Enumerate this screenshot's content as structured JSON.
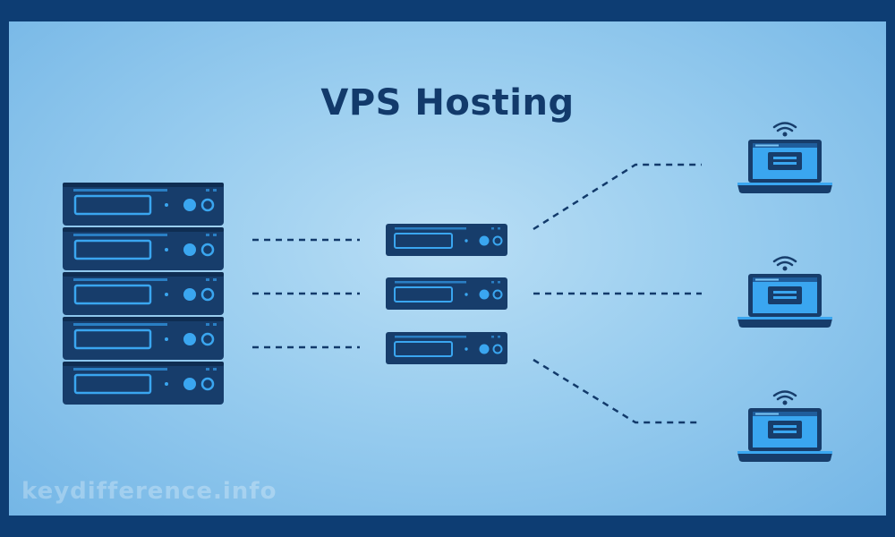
{
  "diagram": {
    "title": "VPS Hosting",
    "watermark": "keydifference.info",
    "nodes": {
      "main_server": {
        "units": 5
      },
      "virtual_servers": 3,
      "client_laptops": 3
    },
    "colors": {
      "frame": "#0d3d73",
      "device_dark": "#173d6b",
      "device_accent": "#3aa6f0",
      "connector": "#123a6b",
      "title": "#123a6b"
    }
  }
}
